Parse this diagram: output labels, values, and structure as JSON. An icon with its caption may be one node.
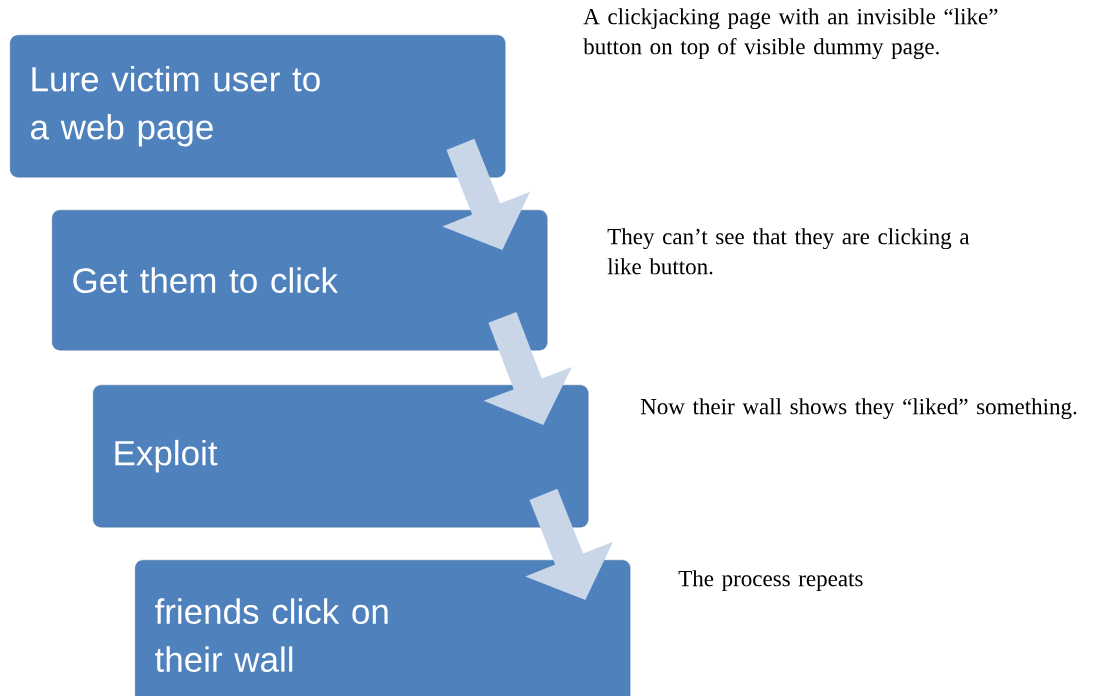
{
  "diagram": {
    "nodes": [
      {
        "text": [
          "Lure victim user to a web page"
        ],
        "beside": [
          "A clickjacking page with an invisible “like” button on top of visible dummy page."
        ]
      },
      {
        "text": [
          "Get them to click"
        ],
        "beside": [
          "They can’t see that they are clicking a like button."
        ]
      },
      {
        "text": [
          "Exploit"
        ],
        "beside": [
          "Now their wall shows they “liked” something."
        ]
      },
      {
        "text": [
          "friends click on their wall"
        ],
        "beside": [
          "The process repeats"
        ]
      }
    ],
    "edges": [
      {
        "from": 0,
        "to": 1,
        "arrow": "to"
      },
      {
        "from": 1,
        "to": 2,
        "arrow": "to"
      },
      {
        "from": 2,
        "to": 3,
        "arrow": "to"
      }
    ]
  }
}
